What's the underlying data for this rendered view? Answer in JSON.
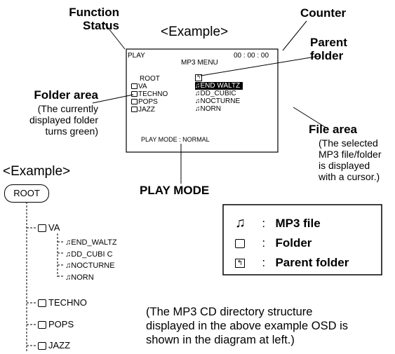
{
  "labels": {
    "function_status": [
      "Function",
      "Status"
    ],
    "example_top": "<Example>",
    "counter": "Counter",
    "parent_folder": [
      "Parent",
      "folder"
    ],
    "folder_area": {
      "title": "Folder area",
      "notes": [
        "(The currently",
        "displayed folder",
        "turns green)"
      ]
    },
    "file_area": {
      "title": "File area",
      "notes": [
        "(The selected",
        "MP3 file/folder",
        "is displayed",
        "with a cursor.)"
      ]
    },
    "play_mode": "PLAY MODE",
    "example_left": "<Example>"
  },
  "osd": {
    "status": "PLAY",
    "title": "MP3 MENU",
    "counter": "00 : 00 : 00",
    "root": "ROOT",
    "folders": [
      "VA",
      "TECHNO",
      "POPS",
      "JAZZ"
    ],
    "files": [
      "END WALTZ",
      "DD_CUBIC",
      "NOCTURNE",
      "NORN"
    ],
    "selected_file_index": 0,
    "play_mode_line": "PLAY   MODE : NORMAL"
  },
  "tree": {
    "root": "ROOT",
    "va": "VA",
    "va_files": [
      "END_WALTZ",
      "DD_CUBI C",
      "NOCTURNE",
      "NORN"
    ],
    "others": [
      "TECHNO",
      "POPS",
      "JAZZ"
    ]
  },
  "legend": [
    {
      "icon": "mp3-file-icon",
      "sep": ":",
      "label": "MP3 file"
    },
    {
      "icon": "folder-icon",
      "sep": ":",
      "label": "Folder"
    },
    {
      "icon": "parent-folder-icon",
      "sep": ":",
      "label": "Parent folder"
    }
  ],
  "footnote": [
    "(The MP3 CD directory structure",
    "displayed in the above example OSD is",
    "shown in the diagram at left.)"
  ]
}
